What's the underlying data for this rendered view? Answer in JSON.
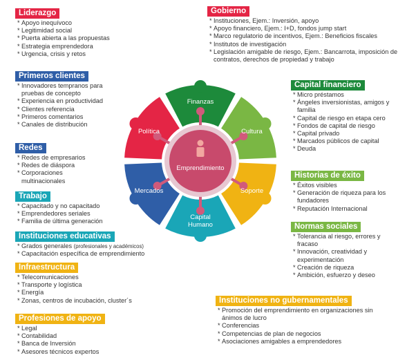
{
  "colors": {
    "liderazgo": "#e42545",
    "primeros_clientes": "#2f5ea7",
    "redes": "#2f5ea7",
    "trabajo": "#1aa6b7",
    "instituciones_educativas": "#1aa6b7",
    "infraestructura": "#f0b313",
    "profesiones": "#f0b313",
    "gobierno": "#e42545",
    "capital_financiero": "#1d8a3b",
    "historias": "#7ab744",
    "normas": "#7ab744",
    "no_gubernamentales": "#f0b313",
    "wheel_center": "#c84a6c",
    "wheel_center_ring": "#e7c7d1",
    "connector": "#d15a7b"
  },
  "left": {
    "liderazgo": {
      "title": "Liderazgo",
      "items": [
        "Apoyo inequívoco",
        "Legitimidad social",
        "Puerta abierta a las propuestas",
        "Estrategia emprendedora",
        "Urgencia, crisis y retos"
      ]
    },
    "primeros_clientes": {
      "title": "Primeros clientes",
      "items": [
        "Innovadores tempranos para pruebas de concepto",
        "Experiencia en productividad",
        "Clientes referencia",
        "Primeros comentarios",
        "Canales de distribución"
      ]
    },
    "redes": {
      "title": "Redes",
      "items": [
        "Redes de empresarios",
        "Redes de diáspora",
        "Corporaciones multinacionales"
      ]
    },
    "trabajo": {
      "title": "Trabajo",
      "items": [
        "Capacitado y no capacitado",
        "Emprendedores seriales",
        "Familia de última generación"
      ]
    },
    "instituciones_educativas": {
      "title": "Instituciones educativas",
      "item1": "Grados generales",
      "item1_note": "(profesionales y académicos)",
      "item2": "Capacitación específica de emprendimiento"
    },
    "infraestructura": {
      "title": "Infraestructura",
      "items": [
        "Telecomunicaciones",
        "Transporte y logística",
        "Energía",
        "Zonas, centros de incubación, cluster´s"
      ]
    },
    "profesiones": {
      "title": "Profesiones de apoyo",
      "items": [
        "Legal",
        "Contabilidad",
        "Banca de Inversión",
        "Asesores técnicos expertos"
      ]
    }
  },
  "right": {
    "gobierno": {
      "title": "Gobierno",
      "items": [
        "Instituciones, Ejem.: Inversión, apoyo",
        "Apoyo financiero, Ejem.: I+D, fondos jump start",
        "Marco regulatorio de incentivos, Ejem.: Beneficios fiscales",
        "Institutos de investigación",
        "Legislación amigable de riesgo, Ejem.: Bancarrota, imposición de contratos, derechos de propiedad y trabajo"
      ]
    },
    "capital_financiero": {
      "title": "Capital financiero",
      "items": [
        "Micro préstamos",
        "Ángeles inversionistas, amigos y familia",
        "Capital de riesgo en etapa cero",
        "Fondos de capital de riesgo",
        "Capital privado",
        "Marcados públicos de capital",
        "Deuda"
      ]
    },
    "historias": {
      "title": "Historias de éxito",
      "items": [
        "Éxitos visibles",
        "Generación de riqueza para los fundadores",
        "Reputación Internacional"
      ]
    },
    "normas": {
      "title": "Normas sociales",
      "items": [
        "Tolerancia al riesgo, errores y fracaso",
        "Innovación, creatividad y experimentación",
        "Creación de riqueza",
        "Ambición, esfuerzo y deseo"
      ]
    },
    "no_gubernamentales": {
      "title": "Instituciones no gubernamentales",
      "items": [
        "Promoción del emprendimiento en organizaciones sin ánimos de lucro",
        "Conferencias",
        "Competencias de plan de negocios",
        "Asociaciones amigables a emprendedores"
      ]
    }
  },
  "wheel": {
    "center_label": "Emprendimiento",
    "segments": [
      {
        "name": "Política",
        "color": "#e42545"
      },
      {
        "name": "Finanzas",
        "color": "#1d8a3b"
      },
      {
        "name": "Cultura",
        "color": "#7ab744"
      },
      {
        "name": "Soporte",
        "color": "#f0b313"
      },
      {
        "name": "Capital Humano",
        "line1": "Capital",
        "line2": "Humano",
        "color": "#1aa6b7"
      },
      {
        "name": "Mercados",
        "color": "#2f5ea7"
      }
    ]
  }
}
